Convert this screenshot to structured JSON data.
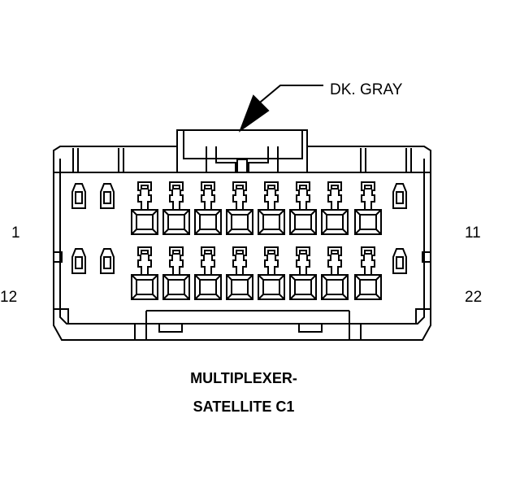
{
  "connector": {
    "wire_color_label": "DK. GRAY",
    "pin_label_top_left": "1",
    "pin_label_top_right": "11",
    "pin_label_bottom_left": "12",
    "pin_label_bottom_right": "22",
    "title_line1": "MULTIPLEXER-",
    "title_line2": "SATELLITE C1"
  },
  "colors": {
    "line": "#000000",
    "background": "#ffffff"
  }
}
